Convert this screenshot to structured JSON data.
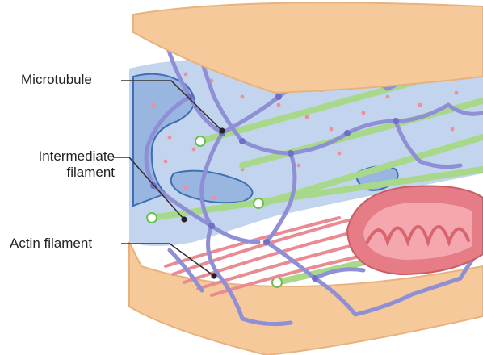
{
  "labels": {
    "microtubule": "Microtubule",
    "intermediate_filament_line1": "Intermediate",
    "intermediate_filament_line2": "filament",
    "actin_filament": "Actin filament"
  },
  "colors": {
    "membrane": "#f6c99a",
    "membrane_edge": "#e8b27f",
    "cytoplasm_blue": "#a8c1e3",
    "er_blue": "#98b6df",
    "er_edge": "#3d6fb4",
    "intermediate_filament": "#8f8fd6",
    "microtubule_green": "#a8d98a",
    "actin_red": "#ea8a93",
    "mitochondrion": "#e57c86",
    "mitochondrion_inner": "#f4a7ae",
    "pointer_line": "#333333"
  }
}
